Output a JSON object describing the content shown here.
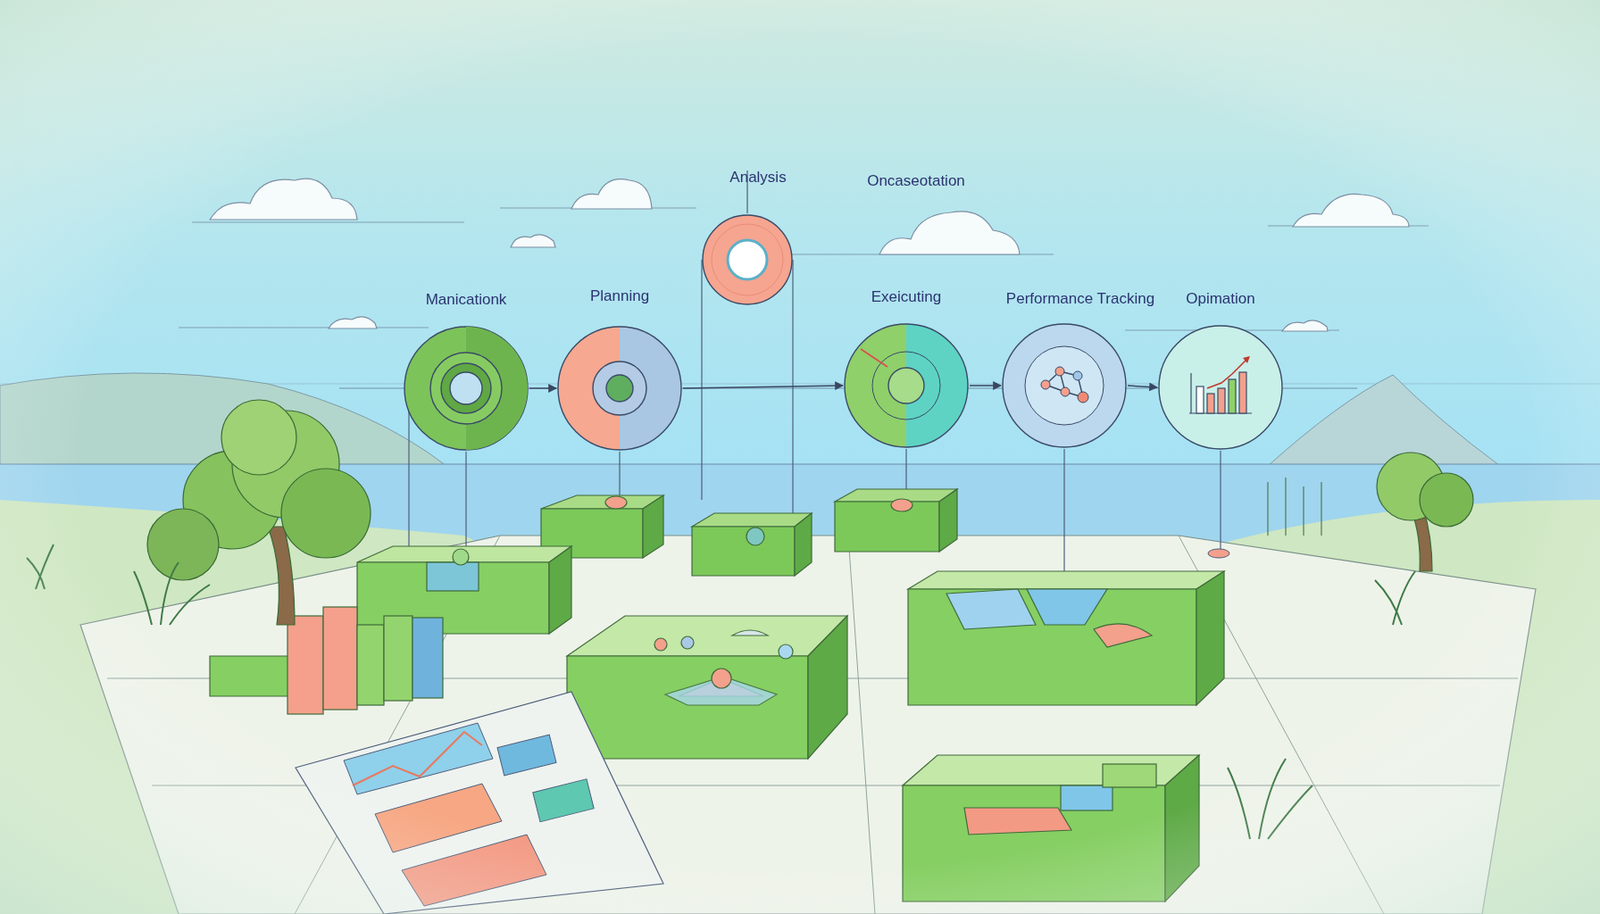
{
  "diagram": {
    "nodes": [
      {
        "text": [
          "Manicationk"
        ]
      },
      {
        "text": [
          "Planning"
        ]
      },
      {
        "text": [
          "Analysis"
        ]
      },
      {
        "text": [
          "Exeicuting"
        ]
      },
      {
        "text": [
          "Performance Tracking"
        ]
      },
      {
        "text": [
          "Opimation"
        ]
      }
    ],
    "edges": [
      {
        "from": 0,
        "to": 1,
        "arrow": "to"
      },
      {
        "from": 1,
        "to": 3,
        "arrow": "to"
      },
      {
        "from": 3,
        "to": 4,
        "arrow": "to"
      },
      {
        "from": 4,
        "to": 5,
        "arrow": "to"
      }
    ],
    "labels": [
      "Oncaseotation"
    ]
  }
}
